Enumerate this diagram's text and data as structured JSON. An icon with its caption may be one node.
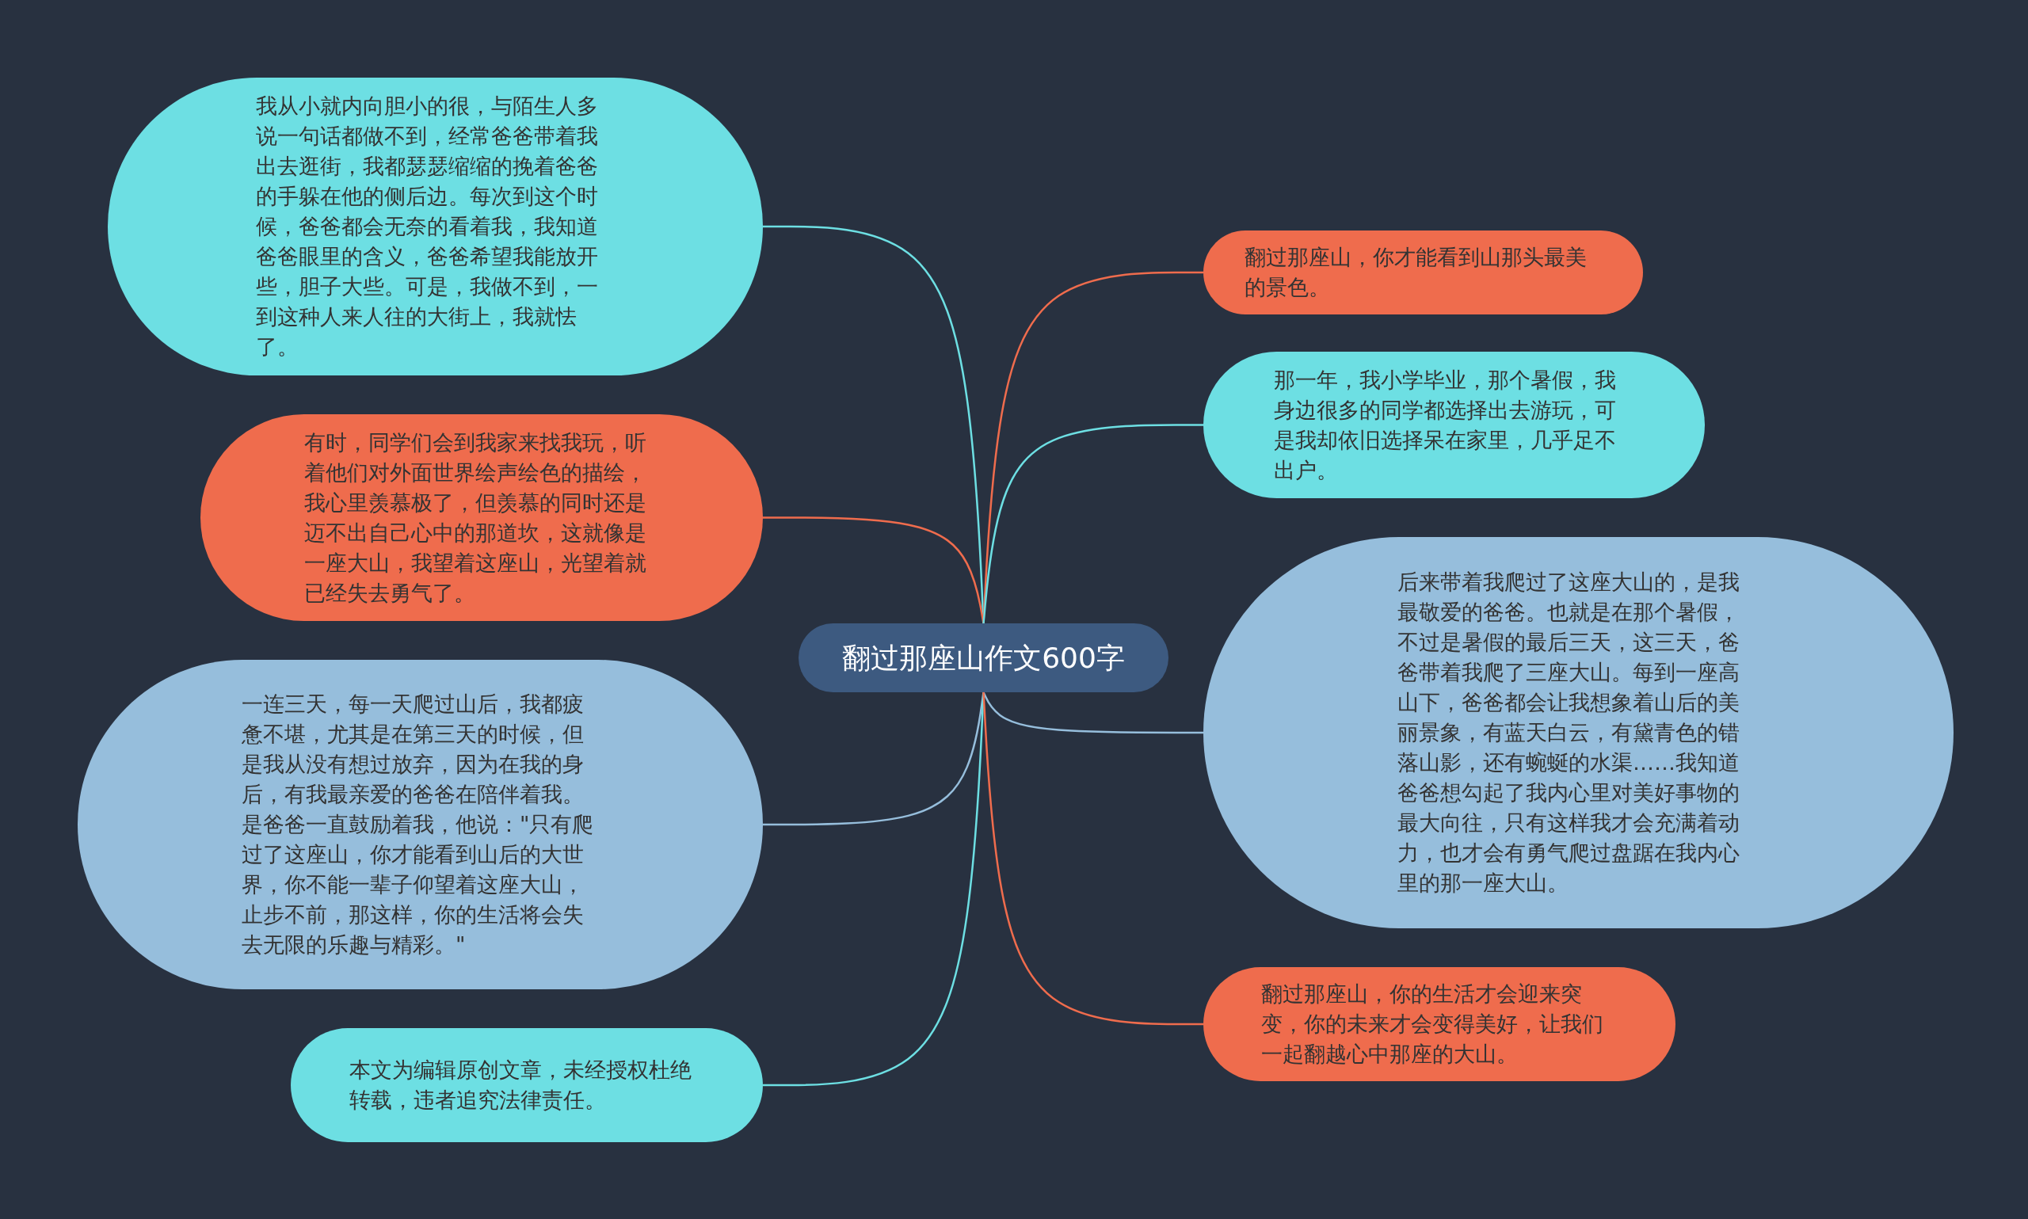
{
  "diagram": {
    "nodes": [
      {
        "text": [
          "翻过那座山作文600字"
        ]
      },
      {
        "text": [
          "我从小就内向胆小的很，与陌生人多说一句话都做不到，经常爸爸带着我出去逛街，我都瑟瑟缩缩的挽着爸爸的手躲在他的侧后边。每次到这个时候，爸爸都会无奈的看着我，我知道爸爸眼里的含义，爸爸希望我能放开些，胆子大些。可是，我做不到，一到这种人来人往的大街上，我就怯了。"
        ]
      },
      {
        "text": [
          "有时，同学们会到我家来找我玩，听着他们对外面世界绘声绘色的描绘，我心里羡慕极了，但羡慕的同时还是迈不出自己心中的那道坎，这就像是一座大山，我望着这座山，光望着就已经失去勇气了。"
        ]
      },
      {
        "text": [
          "一连三天，每一天爬过山后，我都疲惫不堪，尤其是在第三天的时候，但是我从没有想过放弃，因为在我的身后，有我最亲爱的爸爸在陪伴着我。是爸爸一直鼓励着我，他说：\"只有爬过了这座山，你才能看到山后的大世界，你不能一辈子仰望着这座大山，止步不前，那这样，你的生活将会失去无限的乐趣与精彩。\""
        ]
      },
      {
        "text": [
          "本文为编辑原创文章，未经授权杜绝转载，违者追究法律责任。"
        ]
      },
      {
        "text": [
          "翻过那座山，你才能看到山那头最美的景色。"
        ]
      },
      {
        "text": [
          "那一年，我小学毕业，那个暑假，我身边很多的同学都选择出去游玩，可是我却依旧选择呆在家里，几乎足不出户。"
        ]
      },
      {
        "text": [
          "后来带着我爬过了这座大山的，是我最敬爱的爸爸。也就是在那个暑假，不过是暑假的最后三天，这三天，爸爸带着我爬了三座大山。每到一座高山下，爸爸都会让我想象着山后的美丽景象，有蓝天白云，有黛青色的错落山影，还有蜿蜒的水渠……我知道爸爸想勾起了我内心里对美好事物的最大向往，只有这样我才会充满着动力，也才会有勇气爬过盘踞在我内心里的那一座大山。"
        ]
      },
      {
        "text": [
          "翻过那座山，你的生活才会迎来突变，你的未来才会变得美好，让我们一起翻越心中那座的大山。"
        ]
      }
    ],
    "edges": [
      {
        "from": 0,
        "to": 1,
        "arrow": "none",
        "color": "#6ddfe3"
      },
      {
        "from": 0,
        "to": 2,
        "arrow": "none",
        "color": "#ef6c4d"
      },
      {
        "from": 0,
        "to": 3,
        "arrow": "none",
        "color": "#96bedc"
      },
      {
        "from": 0,
        "to": 4,
        "arrow": "none",
        "color": "#6ddfe3"
      },
      {
        "from": 0,
        "to": 5,
        "arrow": "none",
        "color": "#ef6c4d"
      },
      {
        "from": 0,
        "to": 6,
        "arrow": "none",
        "color": "#6ddfe3"
      },
      {
        "from": 0,
        "to": 7,
        "arrow": "none",
        "color": "#96bedc"
      },
      {
        "from": 0,
        "to": 8,
        "arrow": "none",
        "color": "#ef6c4d"
      }
    ]
  }
}
